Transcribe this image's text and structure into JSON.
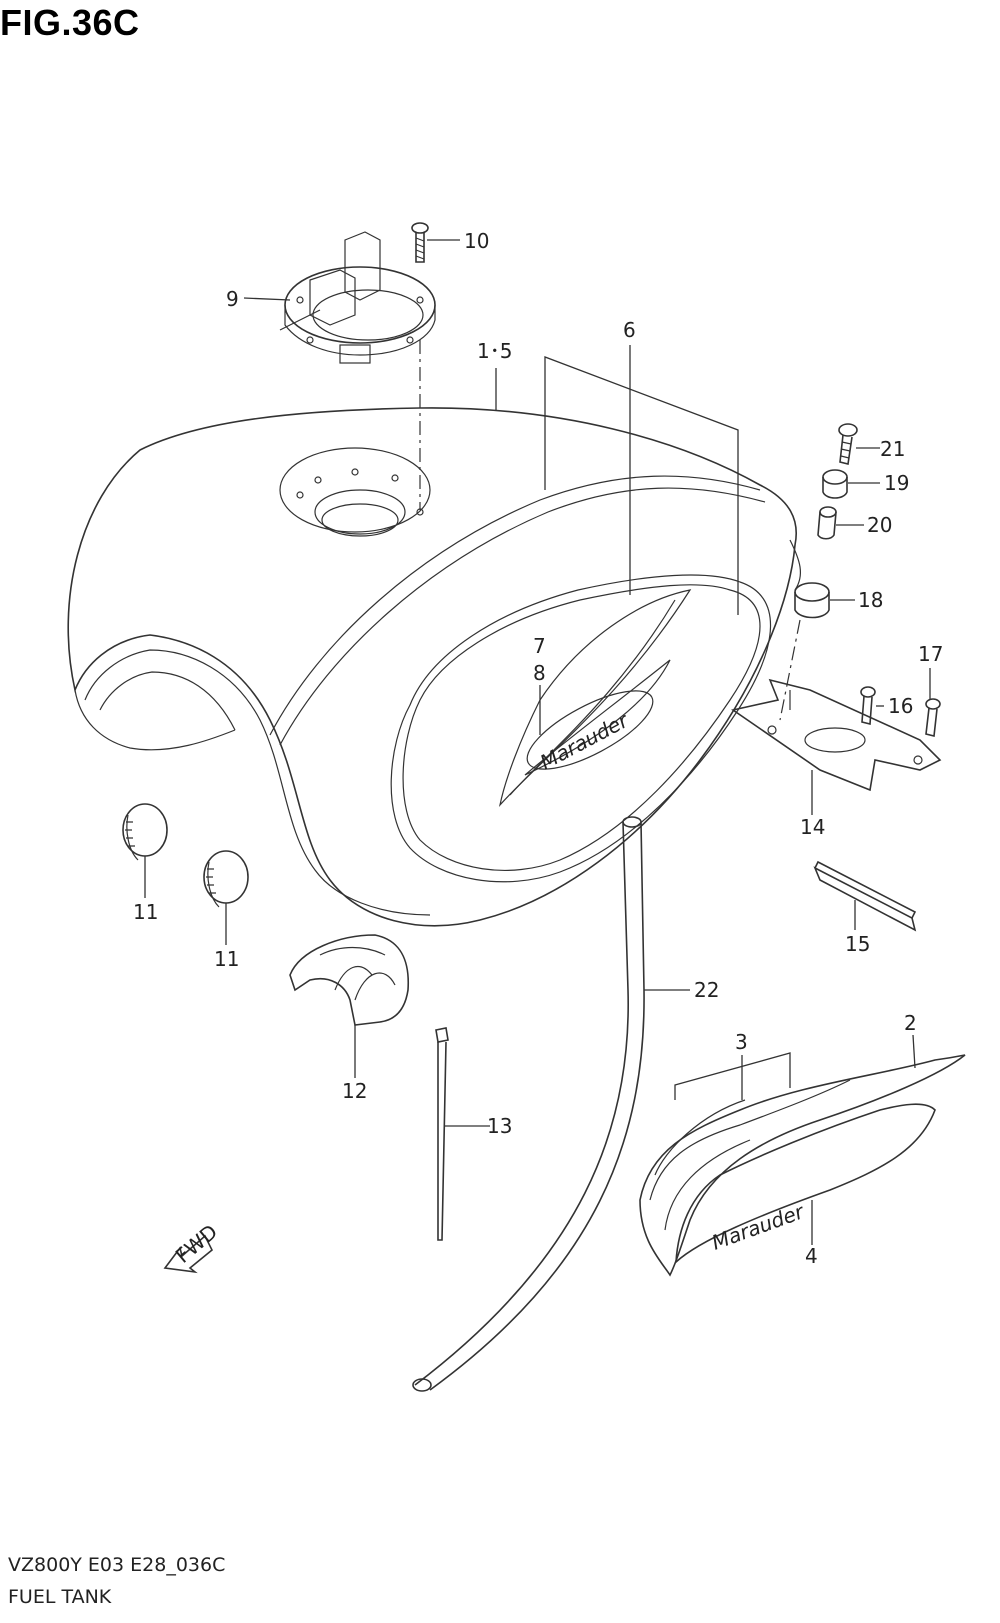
{
  "figure_title": "FIG.36C",
  "footer": {
    "model_code": "VZ800Y  E03  E28_036C",
    "section_name": "FUEL TANK"
  },
  "fwd_arrow_text": "FWD",
  "decal_text": "Marauder",
  "labels": {
    "p1_5": "1･5",
    "p2": "2",
    "p3": "3",
    "p4": "4",
    "p6": "6",
    "p7": "7",
    "p8": "8",
    "p9": "9",
    "p10": "10",
    "p11a": "11",
    "p11b": "11",
    "p12": "12",
    "p13": "13",
    "p14": "14",
    "p15": "15",
    "p16": "16",
    "p17": "17",
    "p18": "18",
    "p19": "19",
    "p20": "20",
    "p21": "21",
    "p22": "22"
  }
}
